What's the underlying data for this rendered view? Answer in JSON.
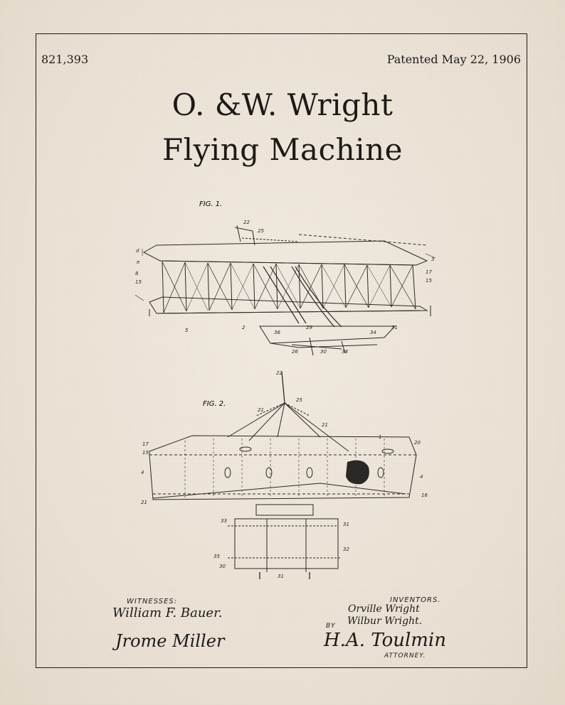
{
  "patent": {
    "number": "821,393",
    "date": "Patented May 22, 1906"
  },
  "title": {
    "line1": "O. &W. Wright",
    "line2": "Flying Machine"
  },
  "figures": {
    "fig1_label": "FIG. 1.",
    "fig2_label": "FIG. 2."
  },
  "witnesses": {
    "label": "WITNESSES:",
    "names": [
      "William F. Bauer.",
      "Jrome Miller"
    ]
  },
  "inventors": {
    "label": "INVENTORS.",
    "names": [
      "Orville Wright",
      "Wilbur Wright."
    ]
  },
  "attorney": {
    "by": "BY",
    "signature": "H.A. Toulmin",
    "label": "ATTORNEY."
  }
}
